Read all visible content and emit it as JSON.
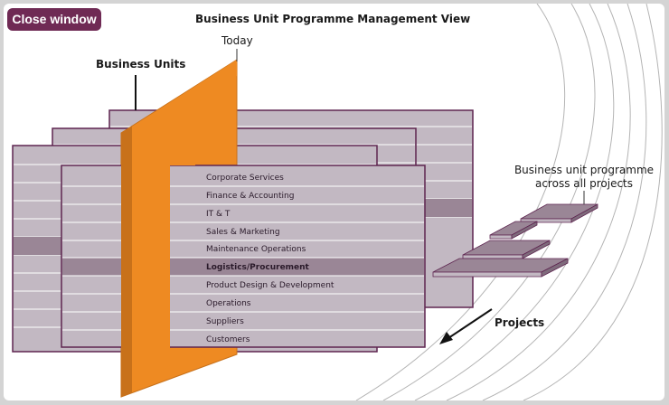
{
  "window": {
    "close_label": "Close window"
  },
  "diagram": {
    "title": "Business Unit Programme Management View",
    "today_label": "Today",
    "business_units_label": "Business Units",
    "programme_label_line1": "Business unit programme",
    "programme_label_line2": "across all projects",
    "projects_label": "Projects",
    "business_units": [
      {
        "name": "Corporate Services",
        "highlighted": false
      },
      {
        "name": "Finance & Accounting",
        "highlighted": false
      },
      {
        "name": "IT & T",
        "highlighted": false
      },
      {
        "name": "Sales & Marketing",
        "highlighted": false
      },
      {
        "name": "Maintenance Operations",
        "highlighted": false
      },
      {
        "name": "Logistics/Procurement",
        "highlighted": true
      },
      {
        "name": "Product Design & Development",
        "highlighted": false
      },
      {
        "name": "Operations",
        "highlighted": false
      },
      {
        "name": "Suppliers",
        "highlighted": false
      },
      {
        "name": "Customers",
        "highlighted": false
      }
    ]
  },
  "colors": {
    "sheet_fill": "#c2b8c2",
    "sheet_border": "#5e2550",
    "highlight_row": "#9a8696",
    "today_plane": "#ee8a22",
    "today_plane_edge": "#c8711a",
    "close_button": "#6f2a54"
  }
}
